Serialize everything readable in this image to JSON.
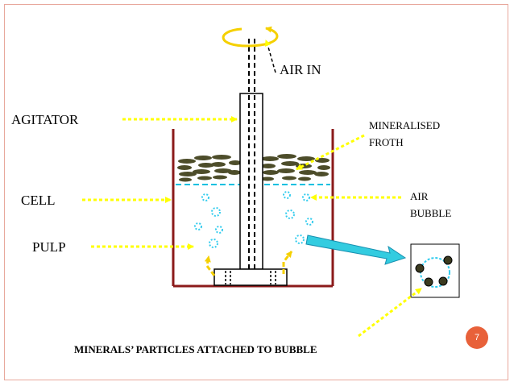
{
  "labels": {
    "air_in": "AIR IN",
    "agitator": "AGITATOR",
    "cell": "CELL",
    "pulp": "PULP",
    "froth_line1": "MINERALISED",
    "froth_line2": "FROTH",
    "bubble_line1": "AIR",
    "bubble_line2": "BUBBLE",
    "caption": "MINERALS’ PARTICLES ATTACHED TO BUBBLE"
  },
  "page_number": "7",
  "colors": {
    "arrow_yellow": "#ffff00",
    "rotation_yellow": "#f5d000",
    "cell_wall": "#8b1a1a",
    "froth": "#4d4d2a",
    "liquid_line": "#00c0e0",
    "bubble": "#33ccee",
    "pointer_cyan": "#33cce0",
    "particle": "#3b3a1f",
    "badge": "#e8613a",
    "border": "#e8a79b"
  }
}
